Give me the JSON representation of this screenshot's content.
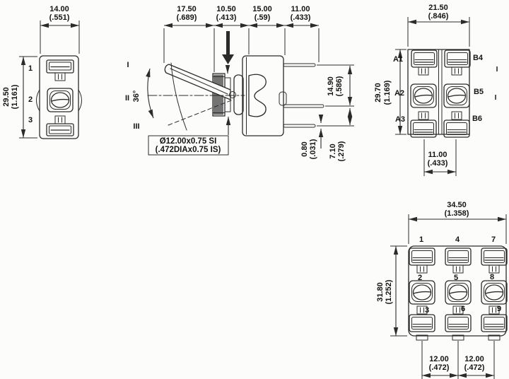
{
  "drawing_title": "toggle switch dimensional drawing",
  "front_view": {
    "width_mm": "14.00",
    "width_in": "(.551)",
    "height_mm": "29.50",
    "height_in": "(1.161)",
    "terminals": [
      "1",
      "2",
      "3"
    ]
  },
  "side_view": {
    "top_dims": [
      {
        "mm": "17.50",
        "in": "(.689)"
      },
      {
        "mm": "10.50",
        "in": "(.413)"
      },
      {
        "mm": "15.00",
        "in": "(.59)"
      },
      {
        "mm": "11.00",
        "in": "(.433)"
      }
    ],
    "positions": [
      "I",
      "II",
      "III"
    ],
    "angle": "36°",
    "thread_note": [
      "Ø12.00x0.75 SI",
      "(.472DIAx0.75 IS)"
    ],
    "pin_spacing_top_mm": "14.90",
    "pin_spacing_top_in": "(.586)",
    "pin_thickness_mm": "0.80",
    "pin_thickness_in": "(.031)",
    "pin_spacing_bottom_mm": "7.10",
    "pin_spacing_bottom_in": "(.279)"
  },
  "rear_view_6": {
    "width_mm": "21.50",
    "width_in": "(.846)",
    "height_mm": "29.70",
    "height_in": "(1.169)",
    "spacing_mm": "11.00",
    "spacing_in": "(.433)",
    "terminals_left": [
      "A1",
      "A2",
      "A3"
    ],
    "terminals_right": [
      "B4",
      "B5",
      "B6"
    ],
    "edge_marks": [
      "I",
      "I"
    ]
  },
  "rear_view_9": {
    "width_mm": "34.50",
    "width_in": "(1.358)",
    "height_mm": "31.80",
    "height_in": "(1.252)",
    "spacing": [
      {
        "mm": "12.00",
        "in": "(.472)"
      },
      {
        "mm": "12.00",
        "in": "(.472)"
      }
    ],
    "terminal_rows": [
      [
        "1",
        "4",
        "7"
      ],
      [
        "2",
        "5",
        "8"
      ],
      [
        "3",
        "6",
        "9"
      ]
    ]
  }
}
